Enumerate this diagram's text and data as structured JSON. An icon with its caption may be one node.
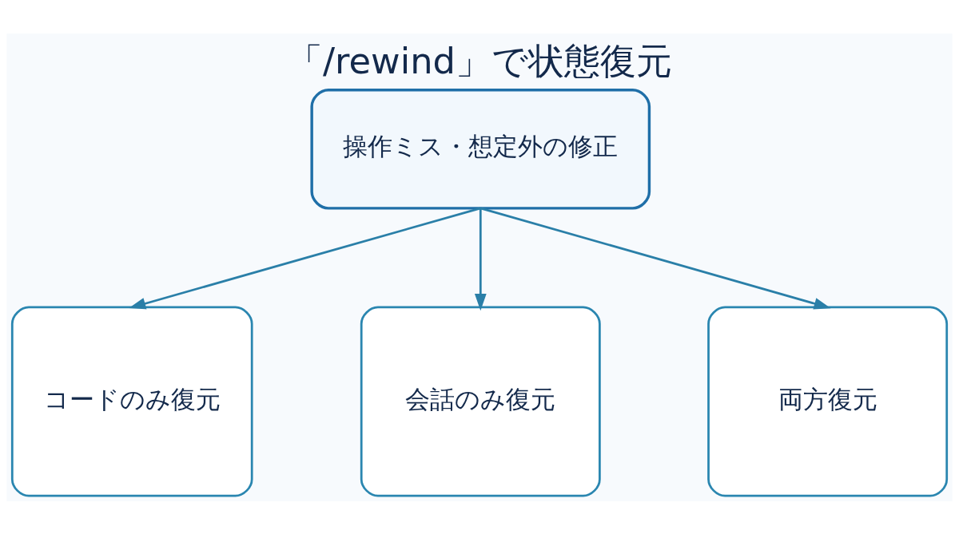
{
  "diagram": {
    "title": "「/rewind」で状態復元",
    "nodes": [
      {
        "text": [
          "操作ミス・想定外の修正"
        ]
      },
      {
        "text": [
          "コードのみ復元"
        ]
      },
      {
        "text": [
          "会話のみ復元"
        ]
      },
      {
        "text": [
          "両方復元"
        ]
      }
    ],
    "edges": [
      {
        "from": 0,
        "to": 1,
        "arrow": "to"
      },
      {
        "from": 0,
        "to": 2,
        "arrow": "to"
      },
      {
        "from": 0,
        "to": 3,
        "arrow": "to"
      }
    ]
  }
}
